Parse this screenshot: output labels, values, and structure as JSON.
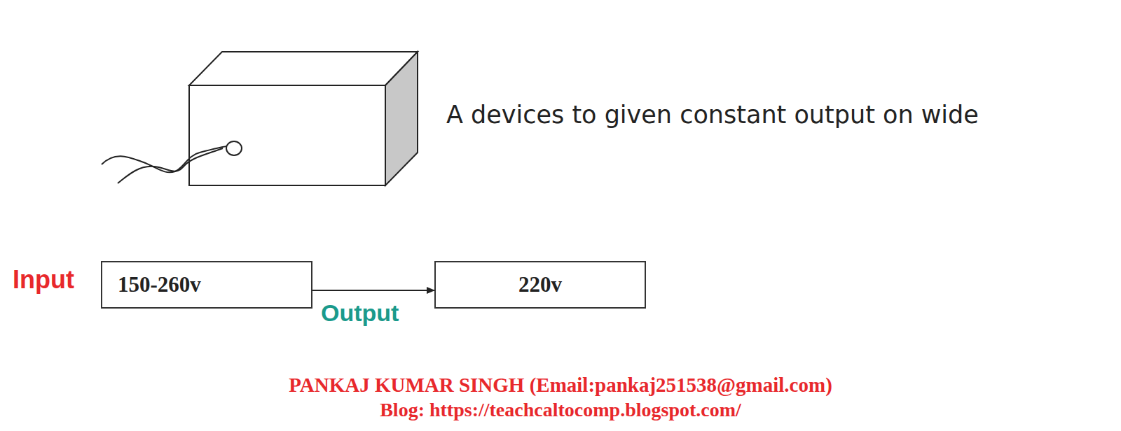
{
  "diagram": {
    "nodes": [
      {
        "text": [
          "150-260v"
        ]
      },
      {
        "text": [
          "220v"
        ]
      }
    ],
    "edges": [
      {
        "from": 0,
        "to": 1,
        "arrow": "to"
      }
    ],
    "labels": [
      "A devices to given constant output on wide",
      "Input",
      "Output",
      "PANKAJ KUMAR SINGH (Email:pankaj251538@gmail.com)",
      "Blog: https://teachcaltocomp.blogspot.com/"
    ]
  }
}
